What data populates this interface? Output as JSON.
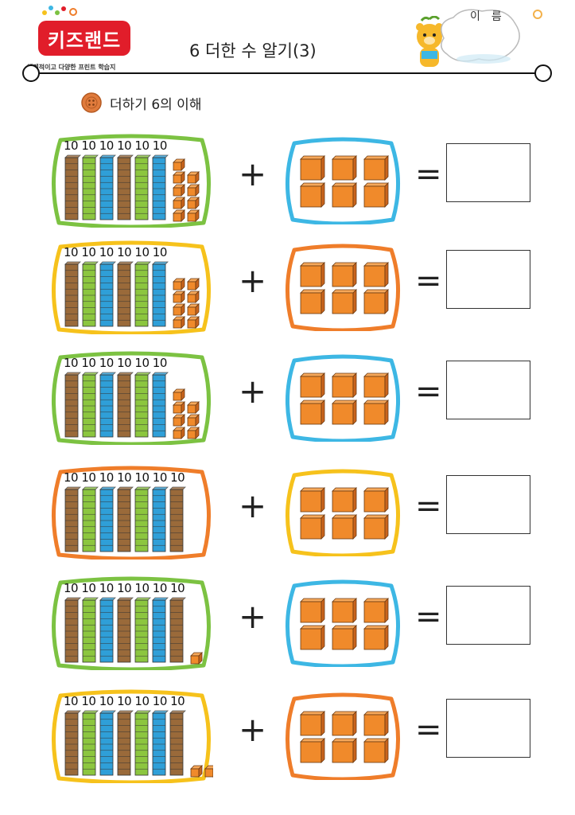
{
  "header": {
    "logo_text": "키즈랜드",
    "logo_subtitle": "체계적이고 다양한 프린트 학습지",
    "title": "6 더한 수 알기(3)",
    "name_label": "이름"
  },
  "section": {
    "heading": "더하기 6의 이해"
  },
  "colors": {
    "green": "#7cc242",
    "yellow": "#f6c21c",
    "orange": "#ef7d2a",
    "blue": "#3db7e4",
    "rod_brown": "#9a6a3a",
    "rod_green": "#8cc63f",
    "rod_blue": "#2f9fd8",
    "cube": "#f08a2b"
  },
  "problems": [
    {
      "tens_label": "10 10 10 10 10 10",
      "tens": 6,
      "ones": 9,
      "addend_cubes": 6,
      "frame": "green",
      "ones_frame": "blue",
      "plus": "+",
      "equals": "=",
      "answer": ""
    },
    {
      "tens_label": "10 10 10 10 10 10",
      "tens": 6,
      "ones": 8,
      "addend_cubes": 6,
      "frame": "yellow",
      "ones_frame": "orange",
      "plus": "+",
      "equals": "=",
      "answer": ""
    },
    {
      "tens_label": "10 10 10 10 10 10",
      "tens": 6,
      "ones": 7,
      "addend_cubes": 6,
      "frame": "green",
      "ones_frame": "blue",
      "plus": "+",
      "equals": "=",
      "answer": ""
    },
    {
      "tens_label": "10 10 10 10 10 10 10",
      "tens": 7,
      "ones": 0,
      "addend_cubes": 6,
      "frame": "orange",
      "ones_frame": "yellow",
      "plus": "+",
      "equals": "=",
      "answer": ""
    },
    {
      "tens_label": "10 10 10 10 10 10 10",
      "tens": 7,
      "ones": 1,
      "addend_cubes": 6,
      "frame": "green",
      "ones_frame": "blue",
      "plus": "+",
      "equals": "=",
      "answer": ""
    },
    {
      "tens_label": "10 10 10 10 10 10 10",
      "tens": 7,
      "ones": 2,
      "addend_cubes": 6,
      "frame": "yellow",
      "ones_frame": "orange",
      "plus": "+",
      "equals": "=",
      "answer": ""
    }
  ]
}
